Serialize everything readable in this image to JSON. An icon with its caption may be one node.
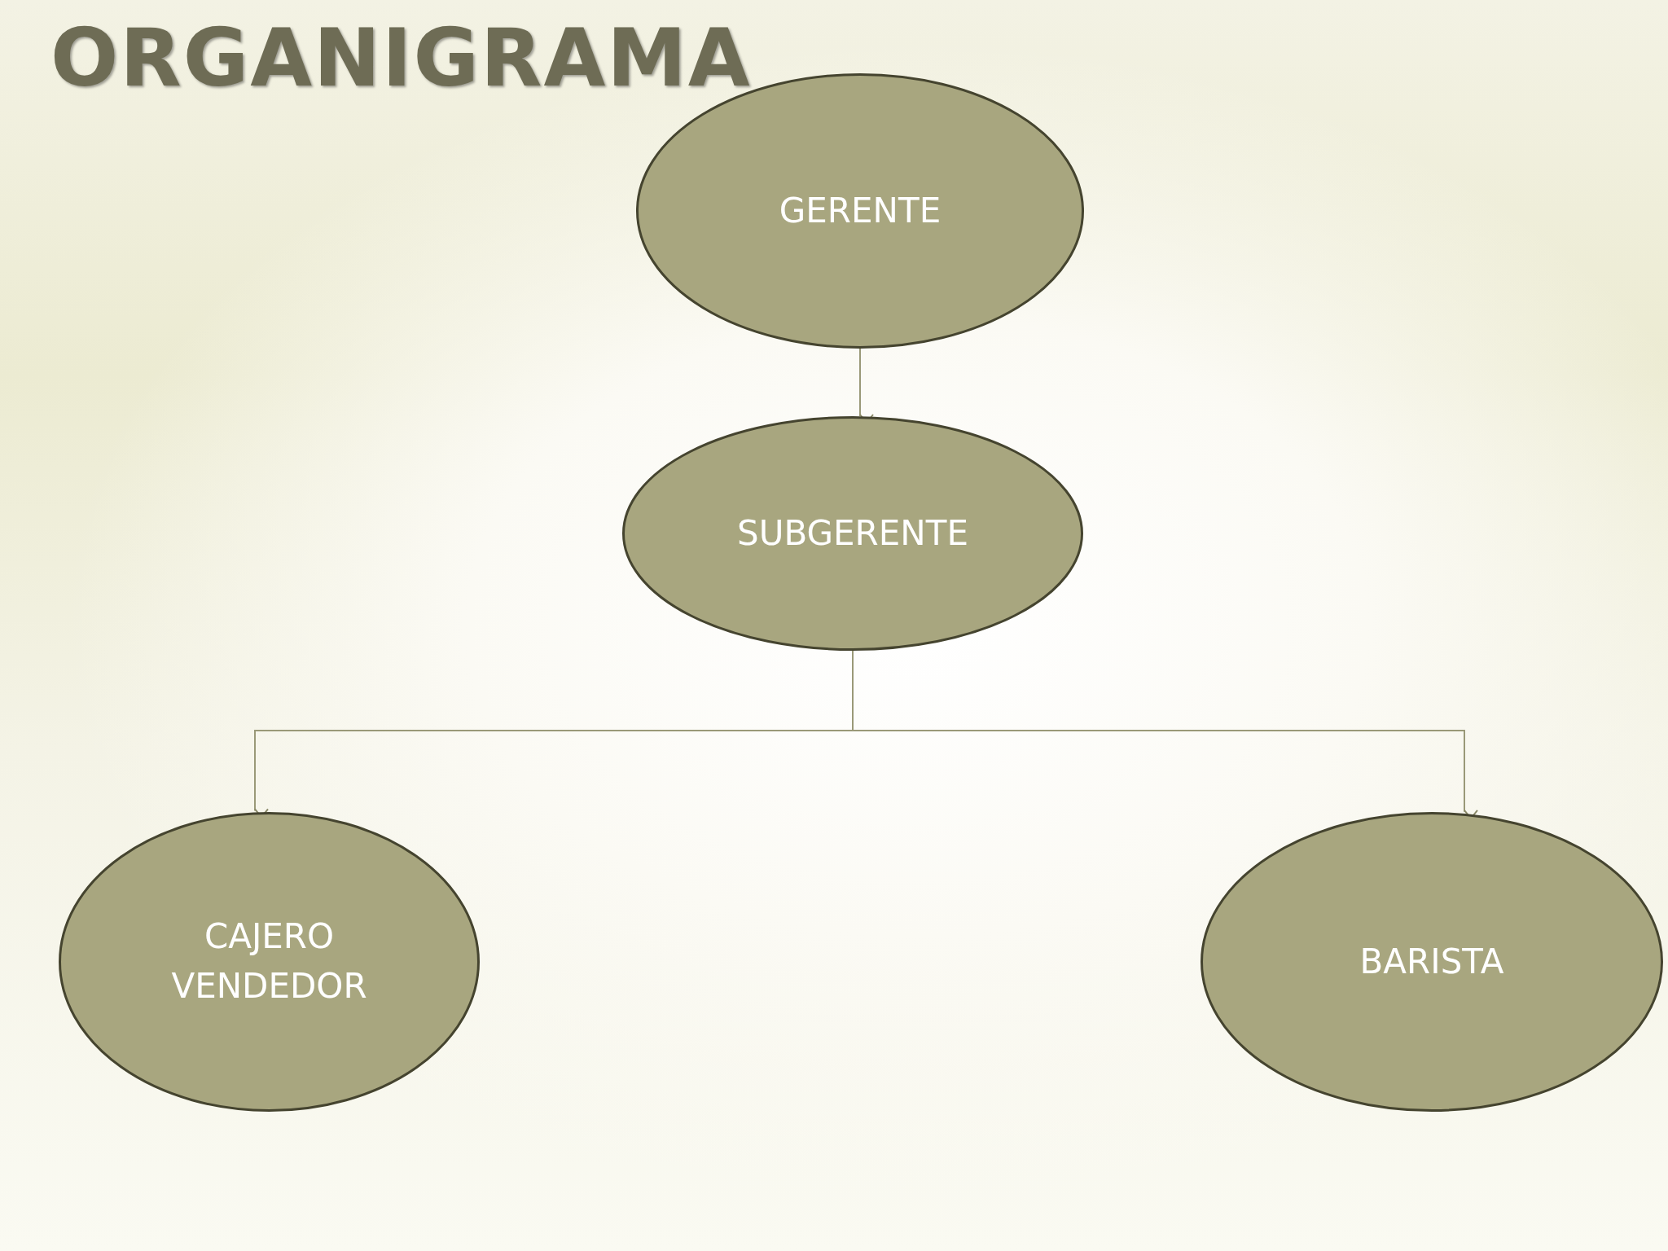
{
  "diagram": {
    "title": "ORGANIGRAMA",
    "nodes": [
      {
        "text": [
          "GERENTE"
        ]
      },
      {
        "text": [
          "SUBGERENTE"
        ]
      },
      {
        "text": [
          "CAJERO VENDEDOR"
        ]
      },
      {
        "text": [
          "BARISTA"
        ]
      }
    ],
    "edges": [
      {
        "from": 0,
        "to": 1,
        "arrow": "to"
      },
      {
        "from": 1,
        "to": 2,
        "arrow": "to"
      },
      {
        "from": 1,
        "to": 3,
        "arrow": "to"
      }
    ]
  }
}
